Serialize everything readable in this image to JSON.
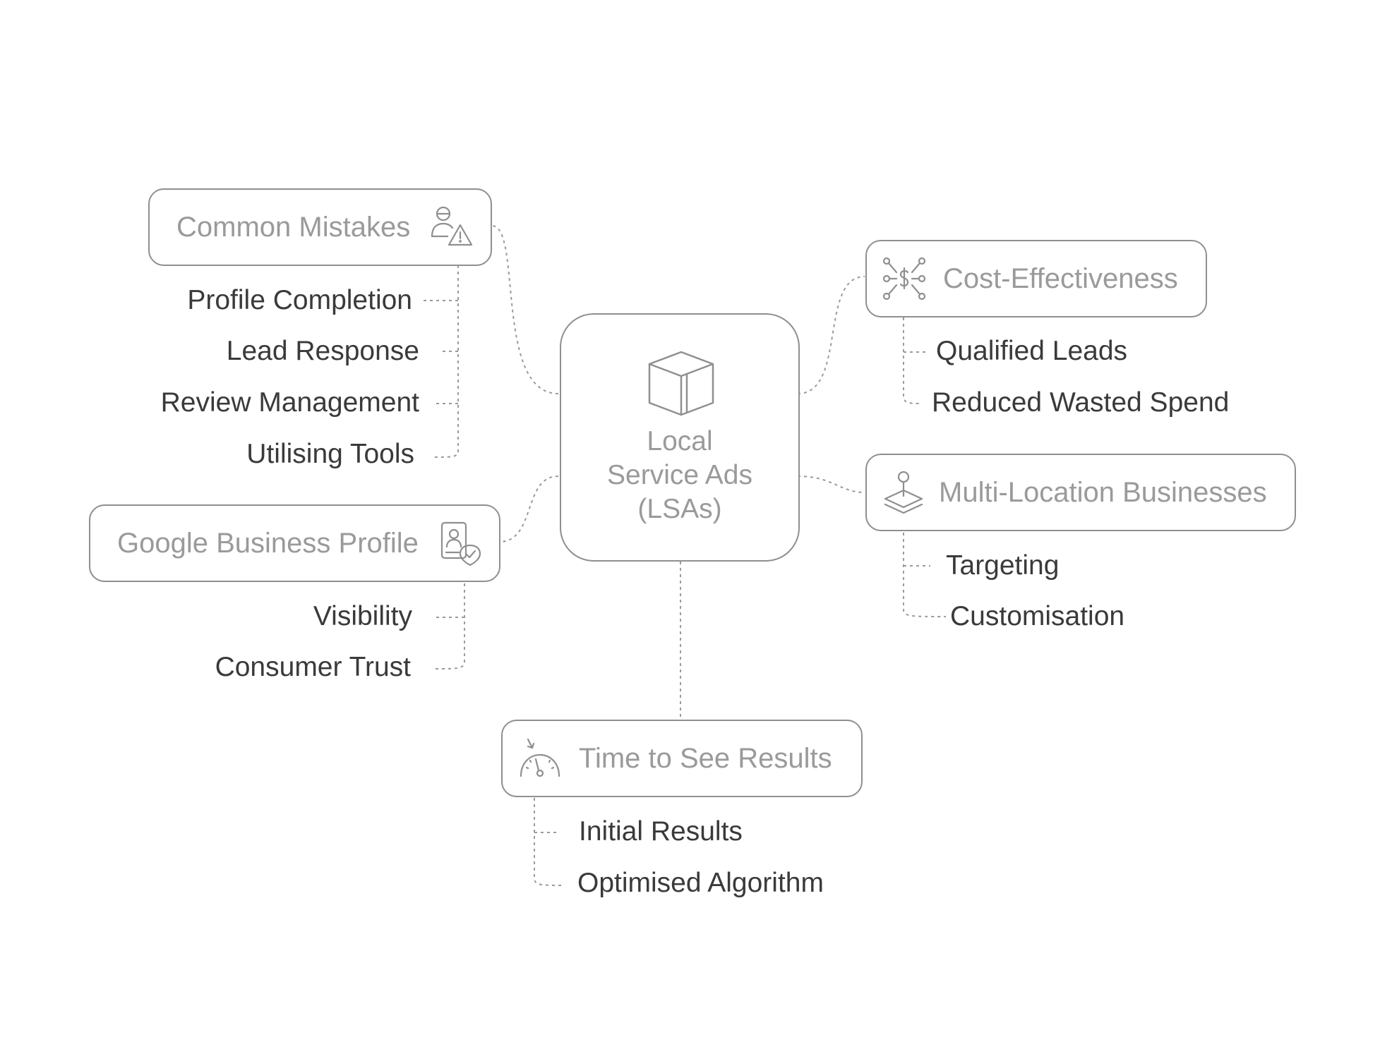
{
  "center": {
    "line1": "Local",
    "line2": "Service Ads",
    "line3": "(LSAs)",
    "icon": "box-icon"
  },
  "branches": {
    "common_mistakes": {
      "title": "Common Mistakes",
      "icon": "user-warning-icon",
      "items": [
        "Profile Completion",
        "Lead Response",
        "Review Management",
        "Utilising Tools"
      ]
    },
    "google_business_profile": {
      "title": "Google Business Profile",
      "icon": "profile-badge-icon",
      "items": [
        "Visibility",
        "Consumer Trust"
      ]
    },
    "cost_effectiveness": {
      "title": "Cost-Effectiveness",
      "icon": "dollar-network-icon",
      "items": [
        "Qualified Leads",
        "Reduced Wasted Spend"
      ]
    },
    "multi_location": {
      "title": "Multi-Location Businesses",
      "icon": "location-layers-icon",
      "items": [
        "Targeting",
        "Customisation"
      ]
    },
    "time_to_results": {
      "title": "Time to See Results",
      "icon": "speedometer-icon",
      "items": [
        "Initial Results",
        "Optimised Algorithm"
      ]
    }
  },
  "colors": {
    "border": "#8f8f8f",
    "muted_text": "#9a9a9a",
    "leaf_text": "#3a3a3a",
    "connector": "#9a9a9a"
  }
}
